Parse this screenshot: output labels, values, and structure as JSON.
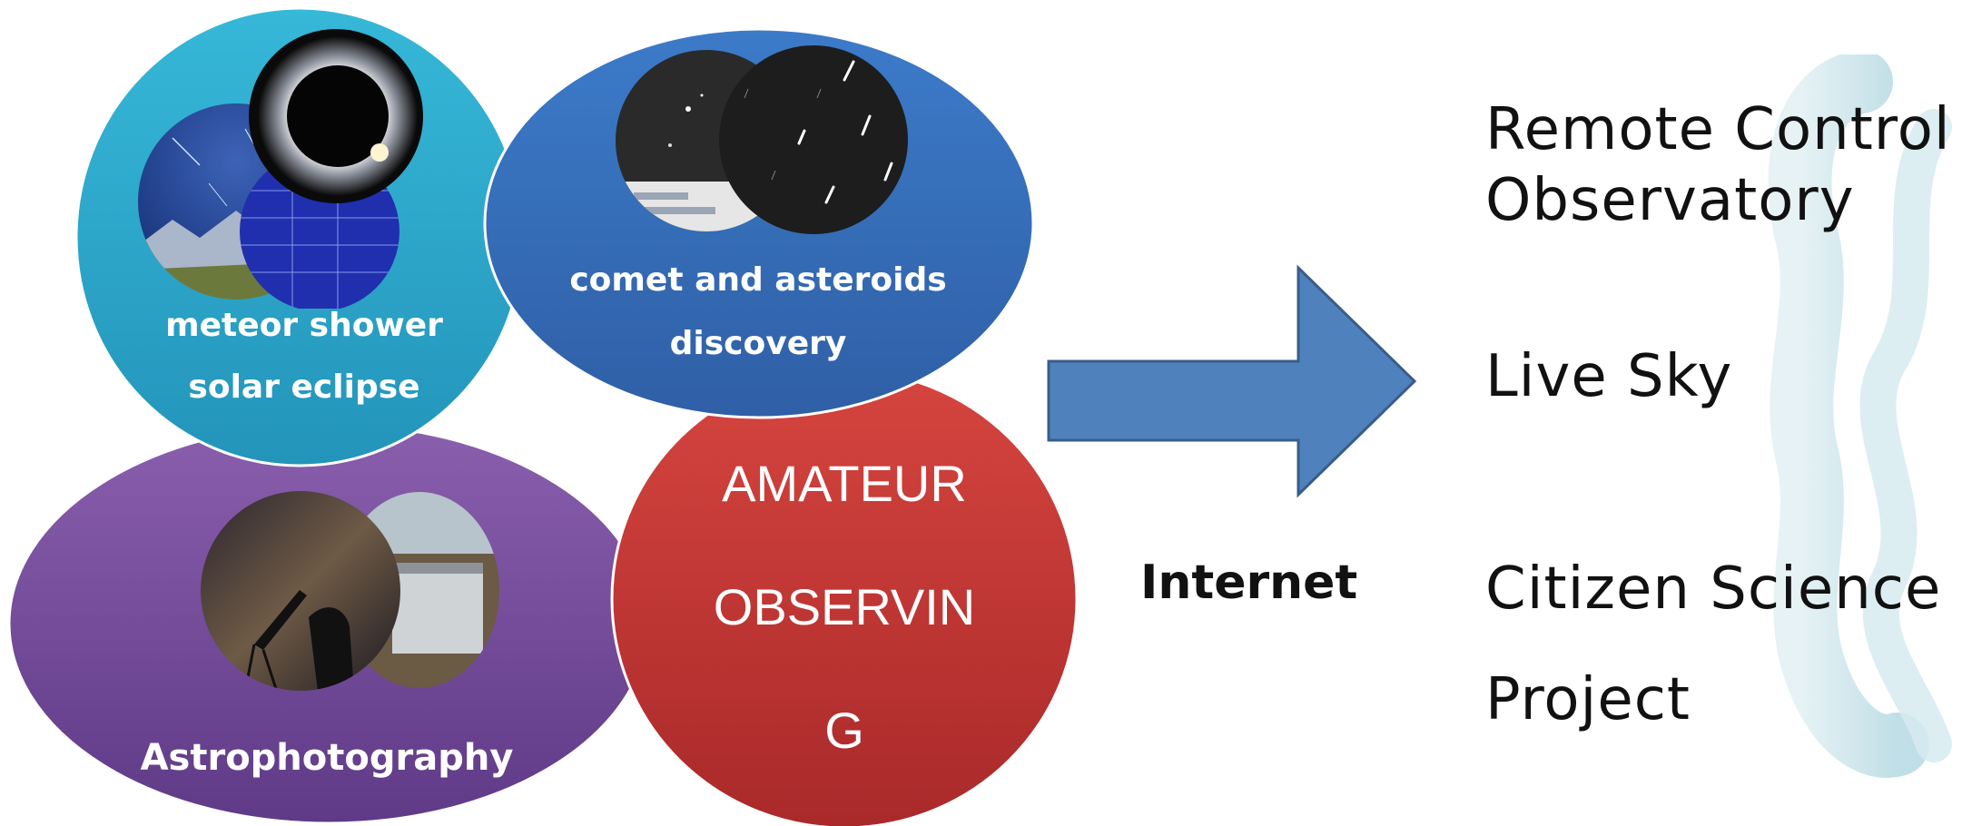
{
  "circles": {
    "meteor": {
      "line1": "meteor shower",
      "line2": "solar eclipse",
      "color": "#2fb0d2"
    },
    "comet": {
      "line1": "comet and asteroids",
      "line2": "discovery",
      "color": "#3a6fbe"
    },
    "astro": {
      "line1": "Astrophotography",
      "color": "#7a4fa0"
    },
    "amateur": {
      "line1": "AMATEUR",
      "line2": "OBSERVIN",
      "line3": "G",
      "color": "#c83a35"
    }
  },
  "arrow": {
    "label": "Internet",
    "color": "#4f81bd"
  },
  "outcomes": {
    "item1_line1": "Remote Control",
    "item1_line2": "Observatory",
    "item2": "Live Sky",
    "item3_line1": "Citizen Science",
    "item3_line2": "Project"
  }
}
